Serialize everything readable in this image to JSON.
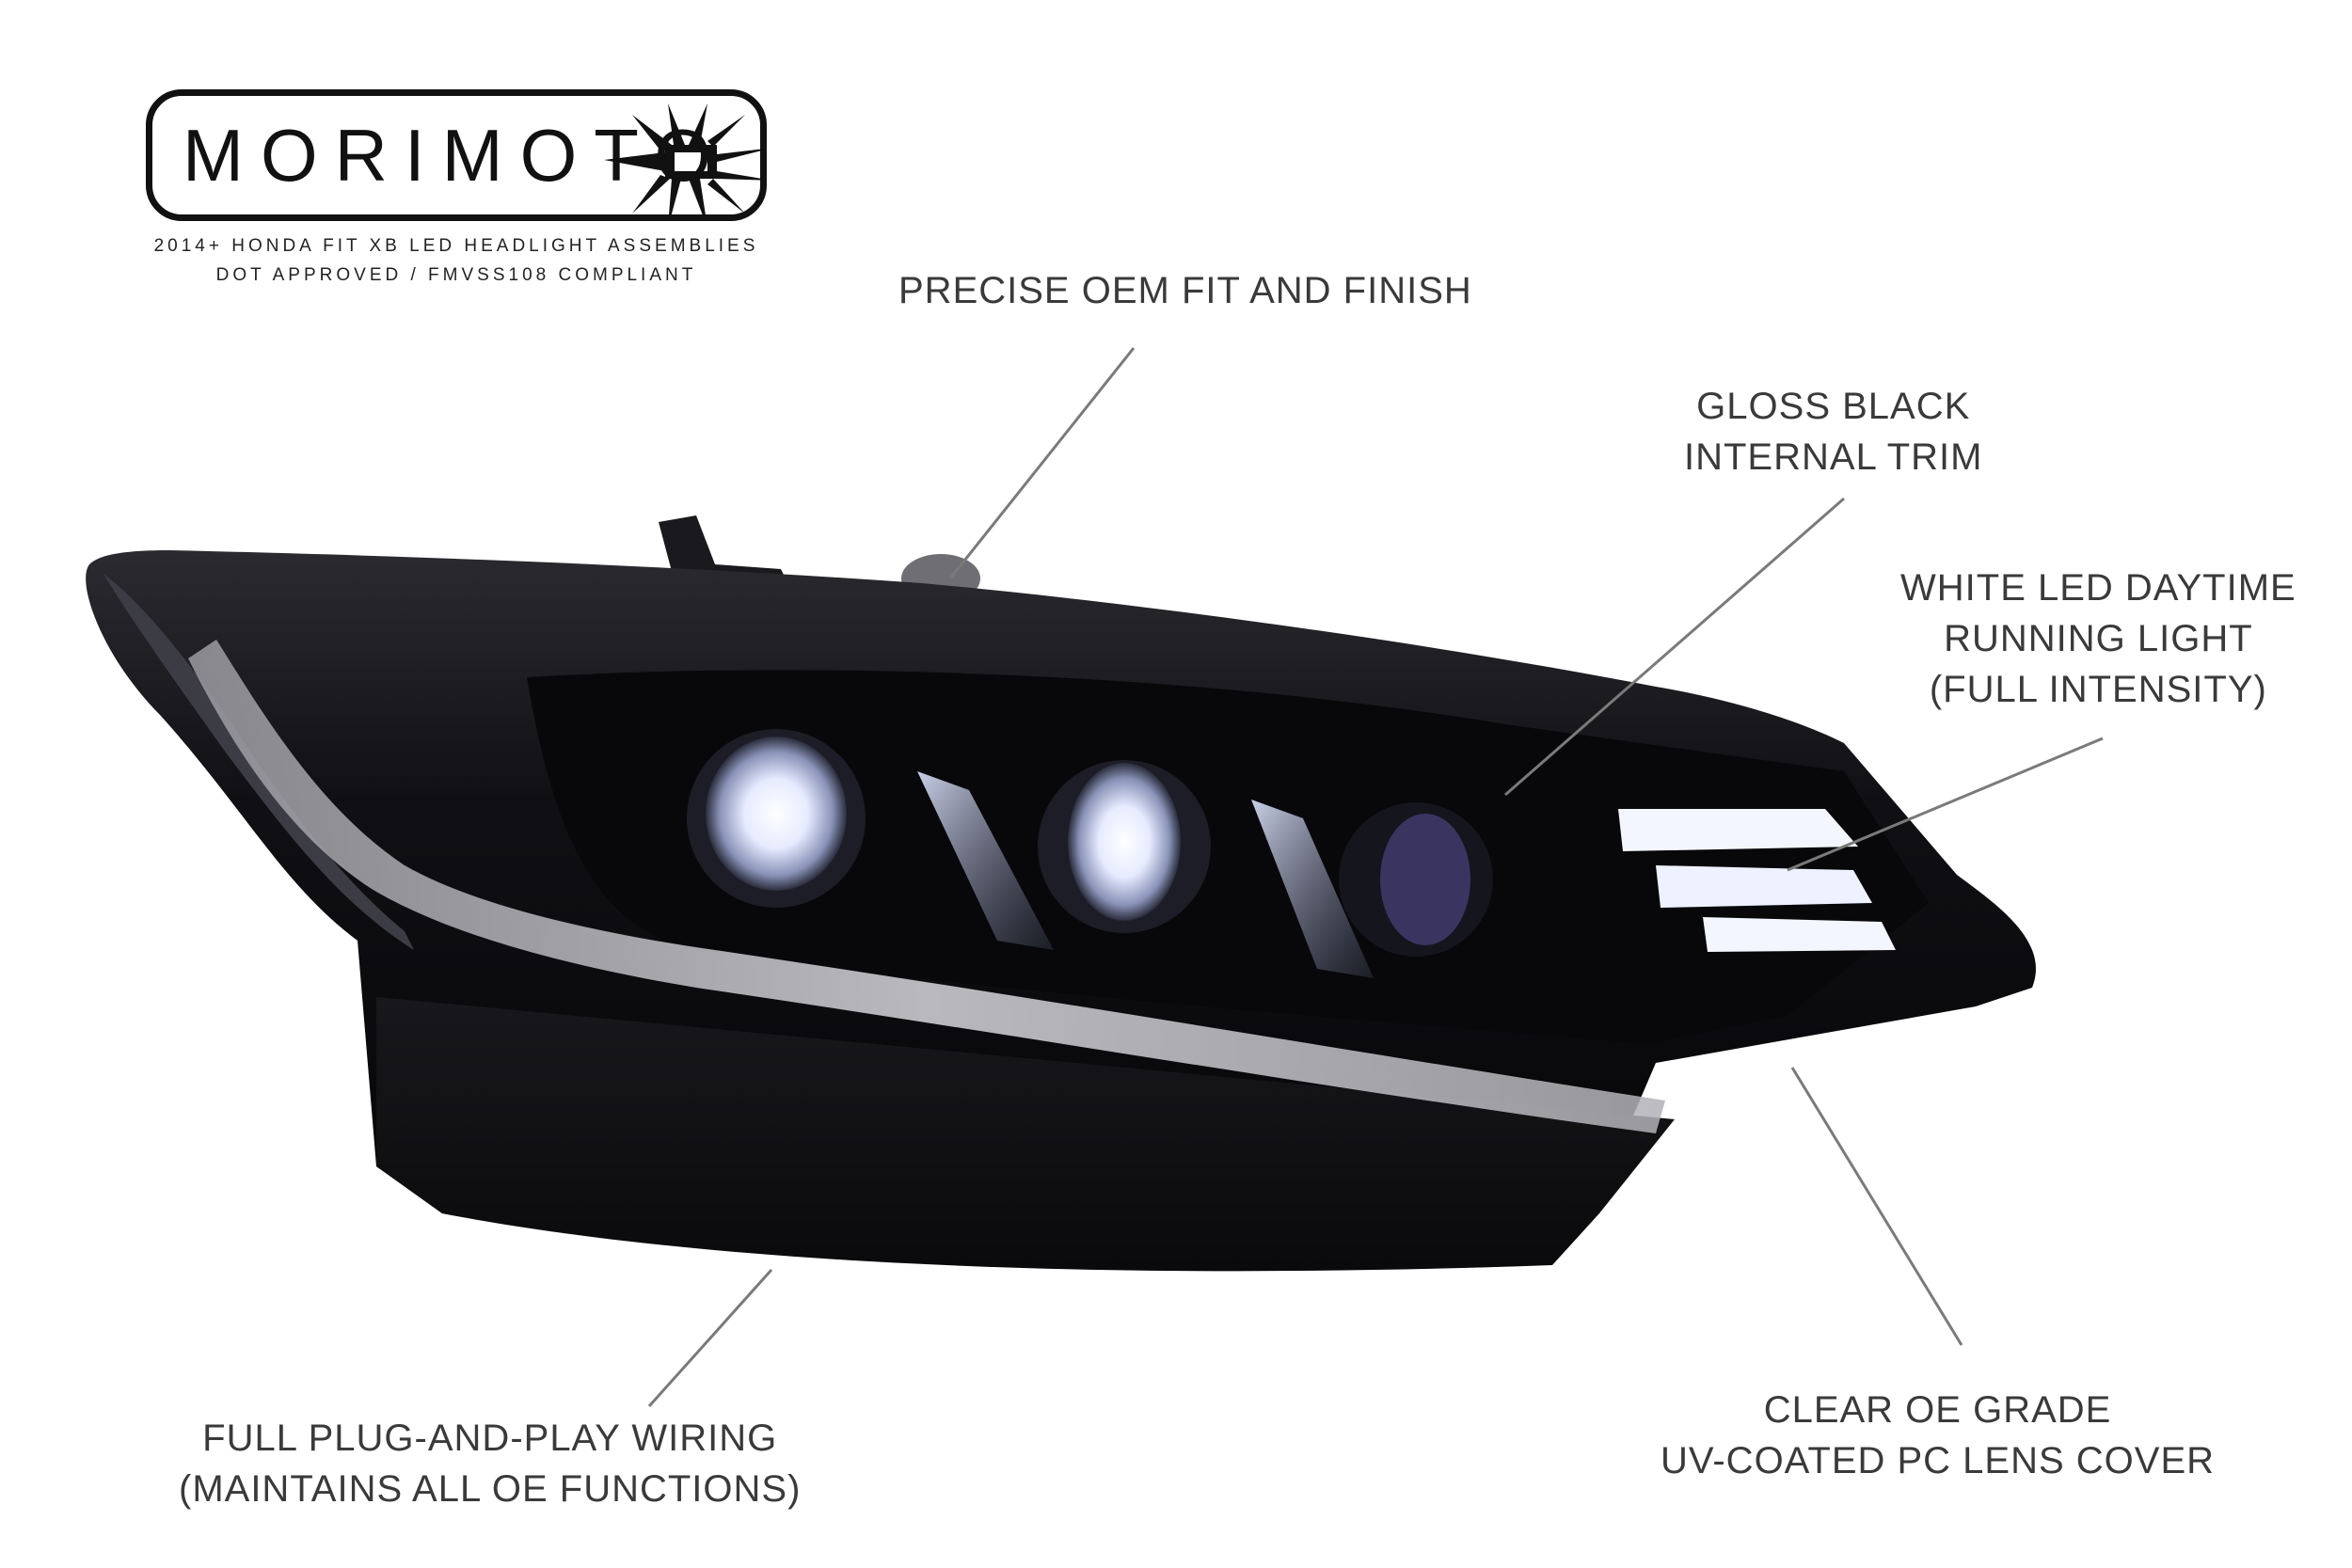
{
  "brand": {
    "logo_text": "MORIMOTO",
    "tagline_line1": "2014+ HONDA FIT XB LED HEADLIGHT ASSEMBLIES",
    "tagline_line2": "DOT APPROVED / FMVSS108 COMPLIANT"
  },
  "callouts": {
    "oem_fit": {
      "line1": "PRECISE OEM FIT AND FINISH"
    },
    "trim": {
      "line1": "GLOSS BLACK",
      "line2": "INTERNAL TRIM"
    },
    "drl": {
      "line1": "WHITE LED DAYTIME",
      "line2": "RUNNING LIGHT",
      "line3": "(FULL INTENSITY)"
    },
    "wiring": {
      "line1": "FULL PLUG-AND-PLAY WIRING",
      "line2": "(MAINTAINS ALL OE FUNCTIONS)"
    },
    "lens": {
      "line1": "CLEAR OE GRADE",
      "line2": "UV-COATED PC LENS COVER"
    }
  },
  "colors": {
    "text": "#3a3a3a",
    "leader": "#7a7a7a",
    "housing": "#0c0c0f",
    "led_white": "#f4f6ff"
  }
}
